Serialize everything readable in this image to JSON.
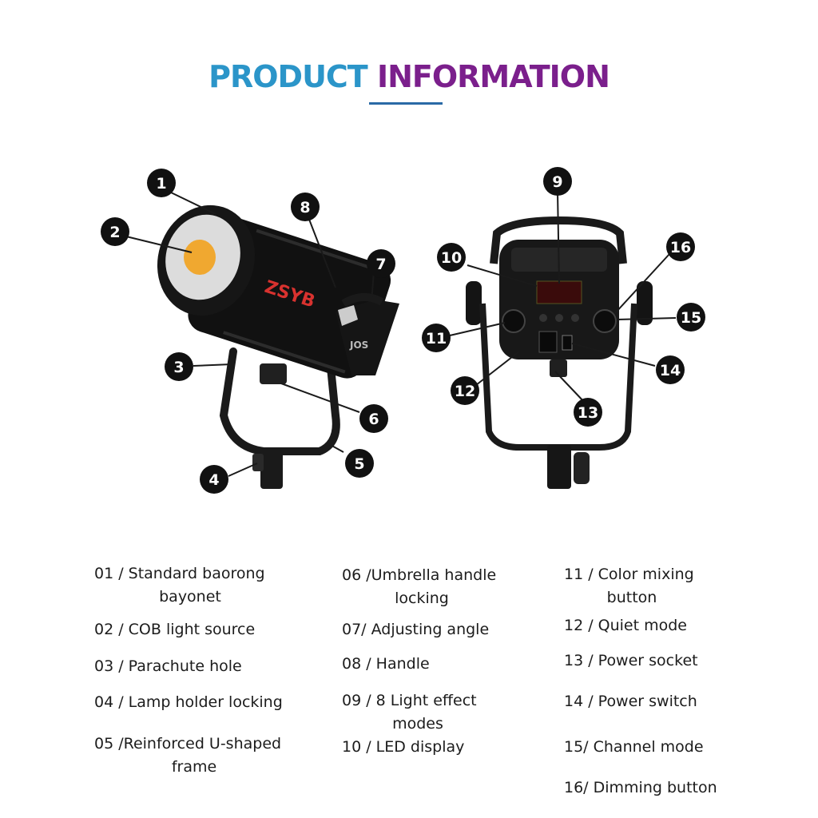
{
  "header": {
    "title_part1": "PRODUCT",
    "title_part2": "INFORMATION",
    "color_part1": "#2b95c9",
    "color_part2": "#7b1f8c"
  },
  "product": {
    "brand_mark": "ZSYB",
    "model_mark": "JOS"
  },
  "callouts": [
    "1",
    "2",
    "3",
    "4",
    "5",
    "6",
    "7",
    "8",
    "9",
    "10",
    "11",
    "12",
    "13",
    "14",
    "15",
    "16"
  ],
  "legend": {
    "col1": [
      {
        "line1": "01 / Standard baorong",
        "line2": "bayonet"
      },
      {
        "line1": "02 / COB light source",
        "line2": ""
      },
      {
        "line1": "03 / Parachute hole",
        "line2": ""
      },
      {
        "line1": "04 / Lamp holder locking",
        "line2": ""
      },
      {
        "line1": "05 /Reinforced U-shaped",
        "line2": "frame"
      }
    ],
    "col2": [
      {
        "line1": "06 /Umbrella handle",
        "line2": "locking"
      },
      {
        "line1": "07/ Adjusting angle",
        "line2": ""
      },
      {
        "line1": "08 / Handle",
        "line2": ""
      },
      {
        "line1": "09 / 8 Light effect",
        "line2": "modes"
      },
      {
        "line1": "10 / LED display",
        "line2": ""
      }
    ],
    "col3": [
      {
        "line1": "11 / Color mixing",
        "line2": "button"
      },
      {
        "line1": "12 / Quiet mode",
        "line2": ""
      },
      {
        "line1": "13 / Power socket",
        "line2": ""
      },
      {
        "line1": "14 / Power switch",
        "line2": ""
      },
      {
        "line1": "15/ Channel mode",
        "line2": ""
      },
      {
        "line1": "16/ Dimming button",
        "line2": ""
      }
    ]
  }
}
